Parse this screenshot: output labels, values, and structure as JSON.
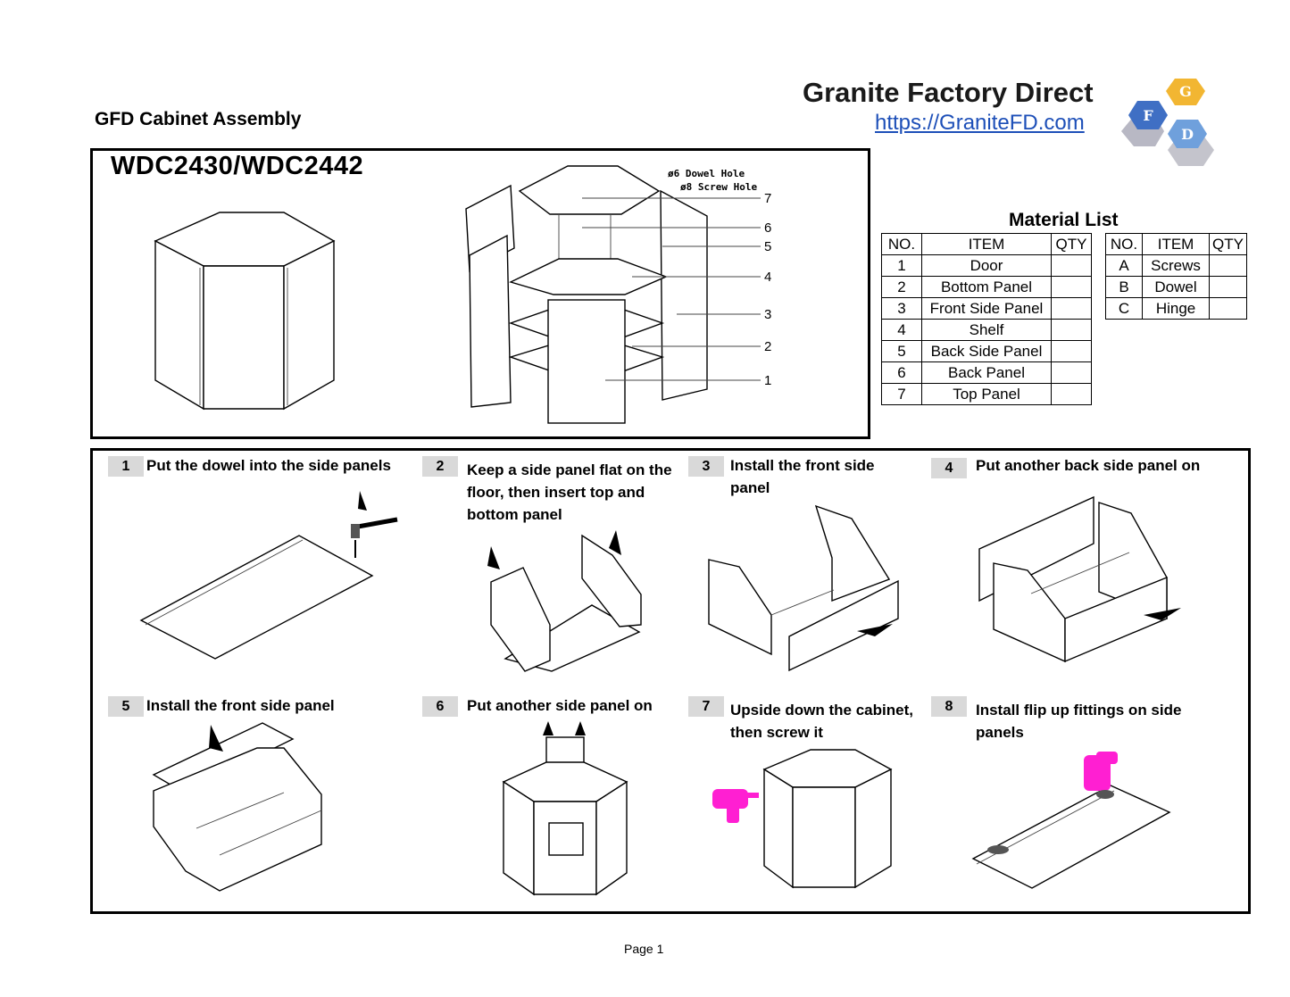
{
  "header": {
    "doc_title": "GFD Cabinet Assembly",
    "company": "Granite Factory Direct",
    "url": "https://GraniteFD.com",
    "logo_letters": [
      "G",
      "F",
      "D"
    ]
  },
  "model": "WDC2430/WDC2442",
  "diagram": {
    "hole_labels": [
      "ø6 Dowel Hole",
      "ø8 Screw Hole"
    ],
    "callouts": [
      "7",
      "6",
      "5",
      "4",
      "3",
      "2",
      "1"
    ]
  },
  "material_list": {
    "title": "Material List",
    "panels_header": [
      "NO.",
      "ITEM",
      "QTY"
    ],
    "panels": [
      {
        "no": "1",
        "item": "Door",
        "qty": ""
      },
      {
        "no": "2",
        "item": "Bottom Panel",
        "qty": ""
      },
      {
        "no": "3",
        "item": "Front Side Panel",
        "qty": ""
      },
      {
        "no": "4",
        "item": "Shelf",
        "qty": ""
      },
      {
        "no": "5",
        "item": "Back Side Panel",
        "qty": ""
      },
      {
        "no": "6",
        "item": "Back Panel",
        "qty": ""
      },
      {
        "no": "7",
        "item": "Top Panel",
        "qty": ""
      }
    ],
    "hardware_header": [
      "NO.",
      "ITEM",
      "QTY"
    ],
    "hardware": [
      {
        "no": "A",
        "item": "Screws",
        "qty": ""
      },
      {
        "no": "B",
        "item": "Dowel",
        "qty": ""
      },
      {
        "no": "C",
        "item": "Hinge",
        "qty": ""
      }
    ]
  },
  "steps": [
    {
      "num": "1",
      "text": "Put the dowel into the side panels"
    },
    {
      "num": "2",
      "text": "Keep a side panel flat on the floor, then insert top and bottom panel"
    },
    {
      "num": "3",
      "text": "Install the front side panel"
    },
    {
      "num": "4",
      "text": "Put another back side panel on"
    },
    {
      "num": "5",
      "text": "Install the front side panel"
    },
    {
      "num": "6",
      "text": "Put another side panel on"
    },
    {
      "num": "7",
      "text": "Upside down the cabinet, then screw it"
    },
    {
      "num": "8",
      "text": "Install flip up fittings on side panels"
    }
  ],
  "footer": {
    "page": "Page 1"
  },
  "colors": {
    "link": "#1d4fb8",
    "logo_yellow": "#f2b632",
    "logo_blue": "#3f6fc4",
    "logo_lightblue": "#6fa0dc",
    "tool_magenta": "#ff1fd2",
    "step_badge": "#d9d9d9"
  }
}
